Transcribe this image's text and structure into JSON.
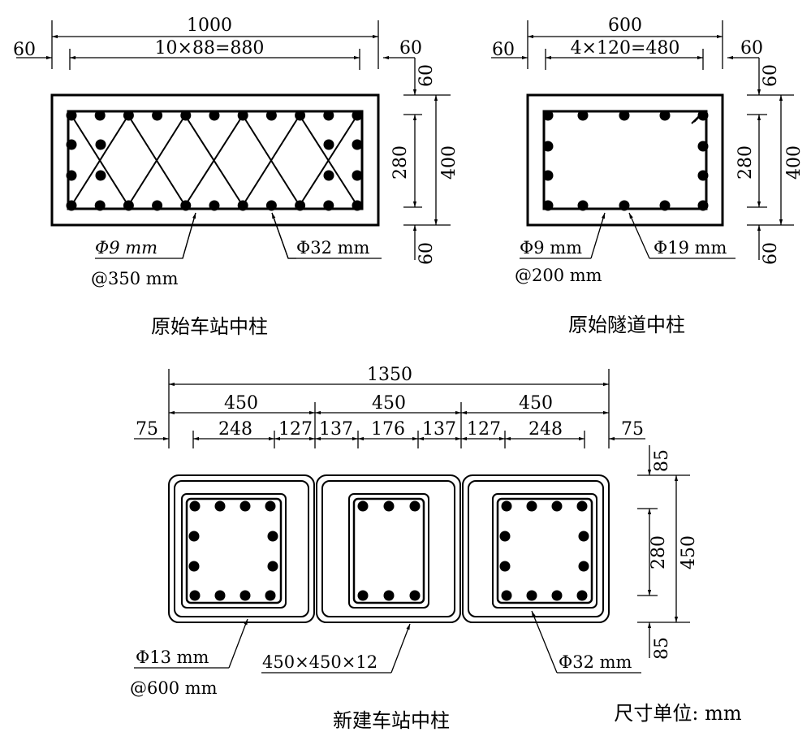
{
  "panel_a": {
    "title": "原始车站中柱",
    "overall_width": "1000",
    "bar_spacing": "10×88=880",
    "cover_left": "60",
    "cover_right": "60",
    "cover_top": "60",
    "cover_bottom": "60",
    "inner_height": "280",
    "overall_height": "400",
    "tie_label": "Φ9 mm",
    "tie_spacing": "@350 mm",
    "bar_label": "Φ32 mm"
  },
  "panel_b": {
    "title": "原始隧道中柱",
    "overall_width": "600",
    "bar_spacing": "4×120=480",
    "cover_left": "60",
    "cover_right": "60",
    "cover_top": "60",
    "cover_bottom": "60",
    "inner_height": "280",
    "overall_height": "400",
    "tie_label": "Φ9 mm",
    "tie_spacing": "@200 mm",
    "bar_label": "Φ19 mm"
  },
  "panel_c": {
    "title": "新建车站中柱",
    "overall_width": "1350",
    "segments": [
      "450",
      "450",
      "450"
    ],
    "sub_dims": [
      "75",
      "248",
      "127",
      "137",
      "176",
      "137",
      "127",
      "248",
      "75"
    ],
    "cover_top": "85",
    "cover_bottom": "85",
    "inner_height": "280",
    "overall_height": "450",
    "tie_label": "Φ13 mm",
    "tie_spacing": "@600 mm",
    "tube_label": "450×450×12",
    "bar_label": "Φ32 mm"
  },
  "units_note": "尺寸单位: mm"
}
